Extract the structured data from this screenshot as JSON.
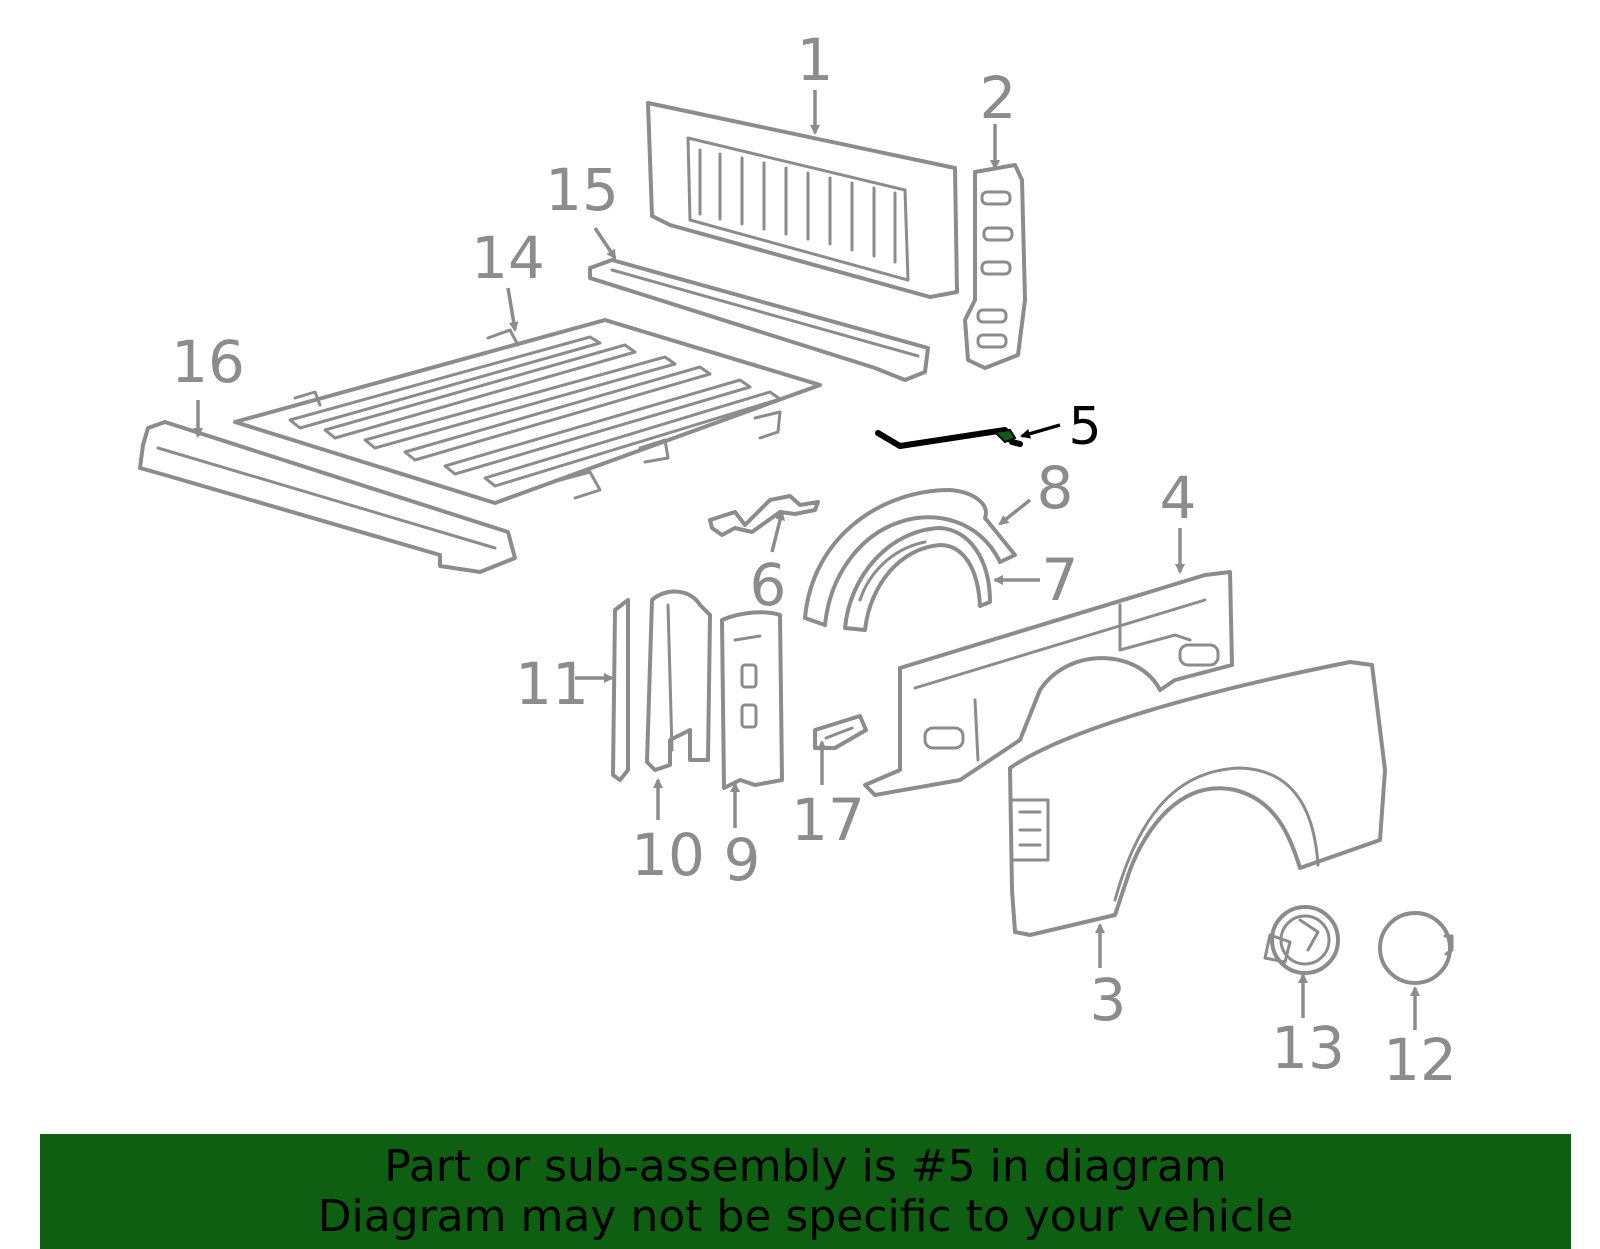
{
  "callouts": {
    "c1": "1",
    "c2": "2",
    "c3": "3",
    "c4": "4",
    "c5": "5",
    "c6": "6",
    "c7": "7",
    "c8": "8",
    "c9": "9",
    "c10": "10",
    "c11": "11",
    "c12": "12",
    "c13": "13",
    "c14": "14",
    "c15": "15",
    "c16": "16",
    "c17": "17"
  },
  "highlight": {
    "part": "5",
    "color": "#0f5f12"
  },
  "footer": {
    "line1": "Part or sub-assembly is #5 in diagram",
    "line2": "Diagram may not be specific to your vehicle"
  }
}
